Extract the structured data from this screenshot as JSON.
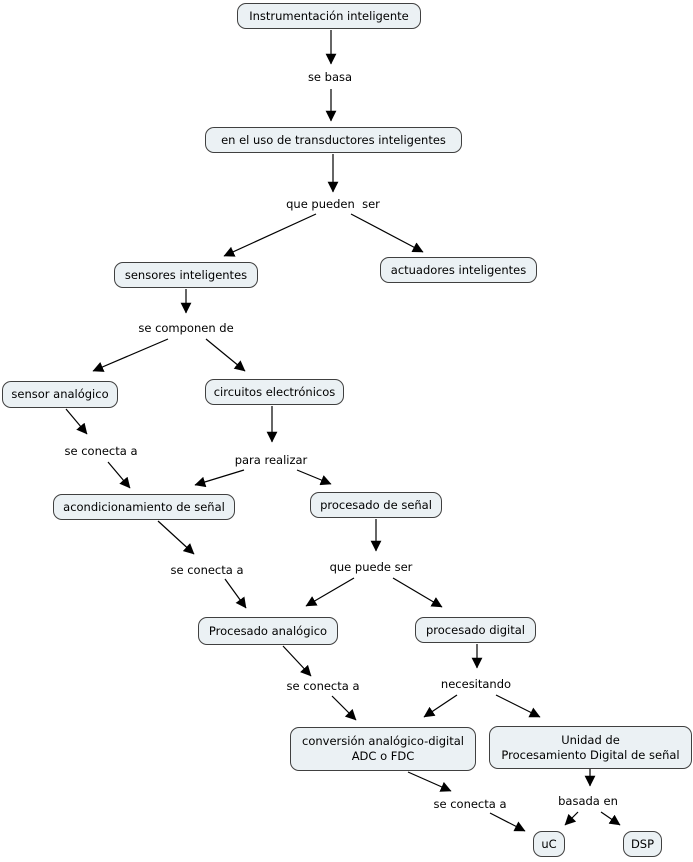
{
  "diagram": {
    "colors": {
      "background": "#ffffff",
      "node_fill": "#ebf1f4",
      "node_border": "#404040",
      "line_color": "#000000",
      "text_color": "#000000"
    },
    "nodes": {
      "instrumentacion": {
        "label": "Instrumentación inteligente"
      },
      "transductores": {
        "label": "en el uso de transductores inteligentes"
      },
      "sensores": {
        "label": "sensores inteligentes"
      },
      "actuadores": {
        "label": "actuadores inteligentes"
      },
      "sensor_analogico": {
        "label": "sensor analógico"
      },
      "circuitos": {
        "label": "circuitos electrónicos"
      },
      "acondicionamiento": {
        "label": "acondicionamiento de señal"
      },
      "procesado_senal": {
        "label": "procesado de señal"
      },
      "procesado_analogico": {
        "label": "Procesado analógico"
      },
      "procesado_digital": {
        "label": "procesado digital"
      },
      "conversion": {
        "line1": "conversión analógico-digital",
        "line2": "ADC o FDC"
      },
      "unidad": {
        "line1": "Unidad de",
        "line2": "Procesamiento Digital de señal"
      },
      "uc": {
        "label": "uC"
      },
      "dsp": {
        "label": "DSP"
      }
    },
    "link_labels": {
      "se_basa": "se basa",
      "que_pueden_ser": "que pueden  ser",
      "se_componen_de": "se componen de",
      "se_conecta_a_1": "se conecta a",
      "para_realizar": "para realizar",
      "se_conecta_a_2": "se conecta a",
      "que_puede_ser": "que puede ser",
      "se_conecta_a_3": "se conecta a",
      "necesitando": "necesitando",
      "se_conecta_a_4": "se conecta a",
      "basada_en": "basada en"
    }
  }
}
